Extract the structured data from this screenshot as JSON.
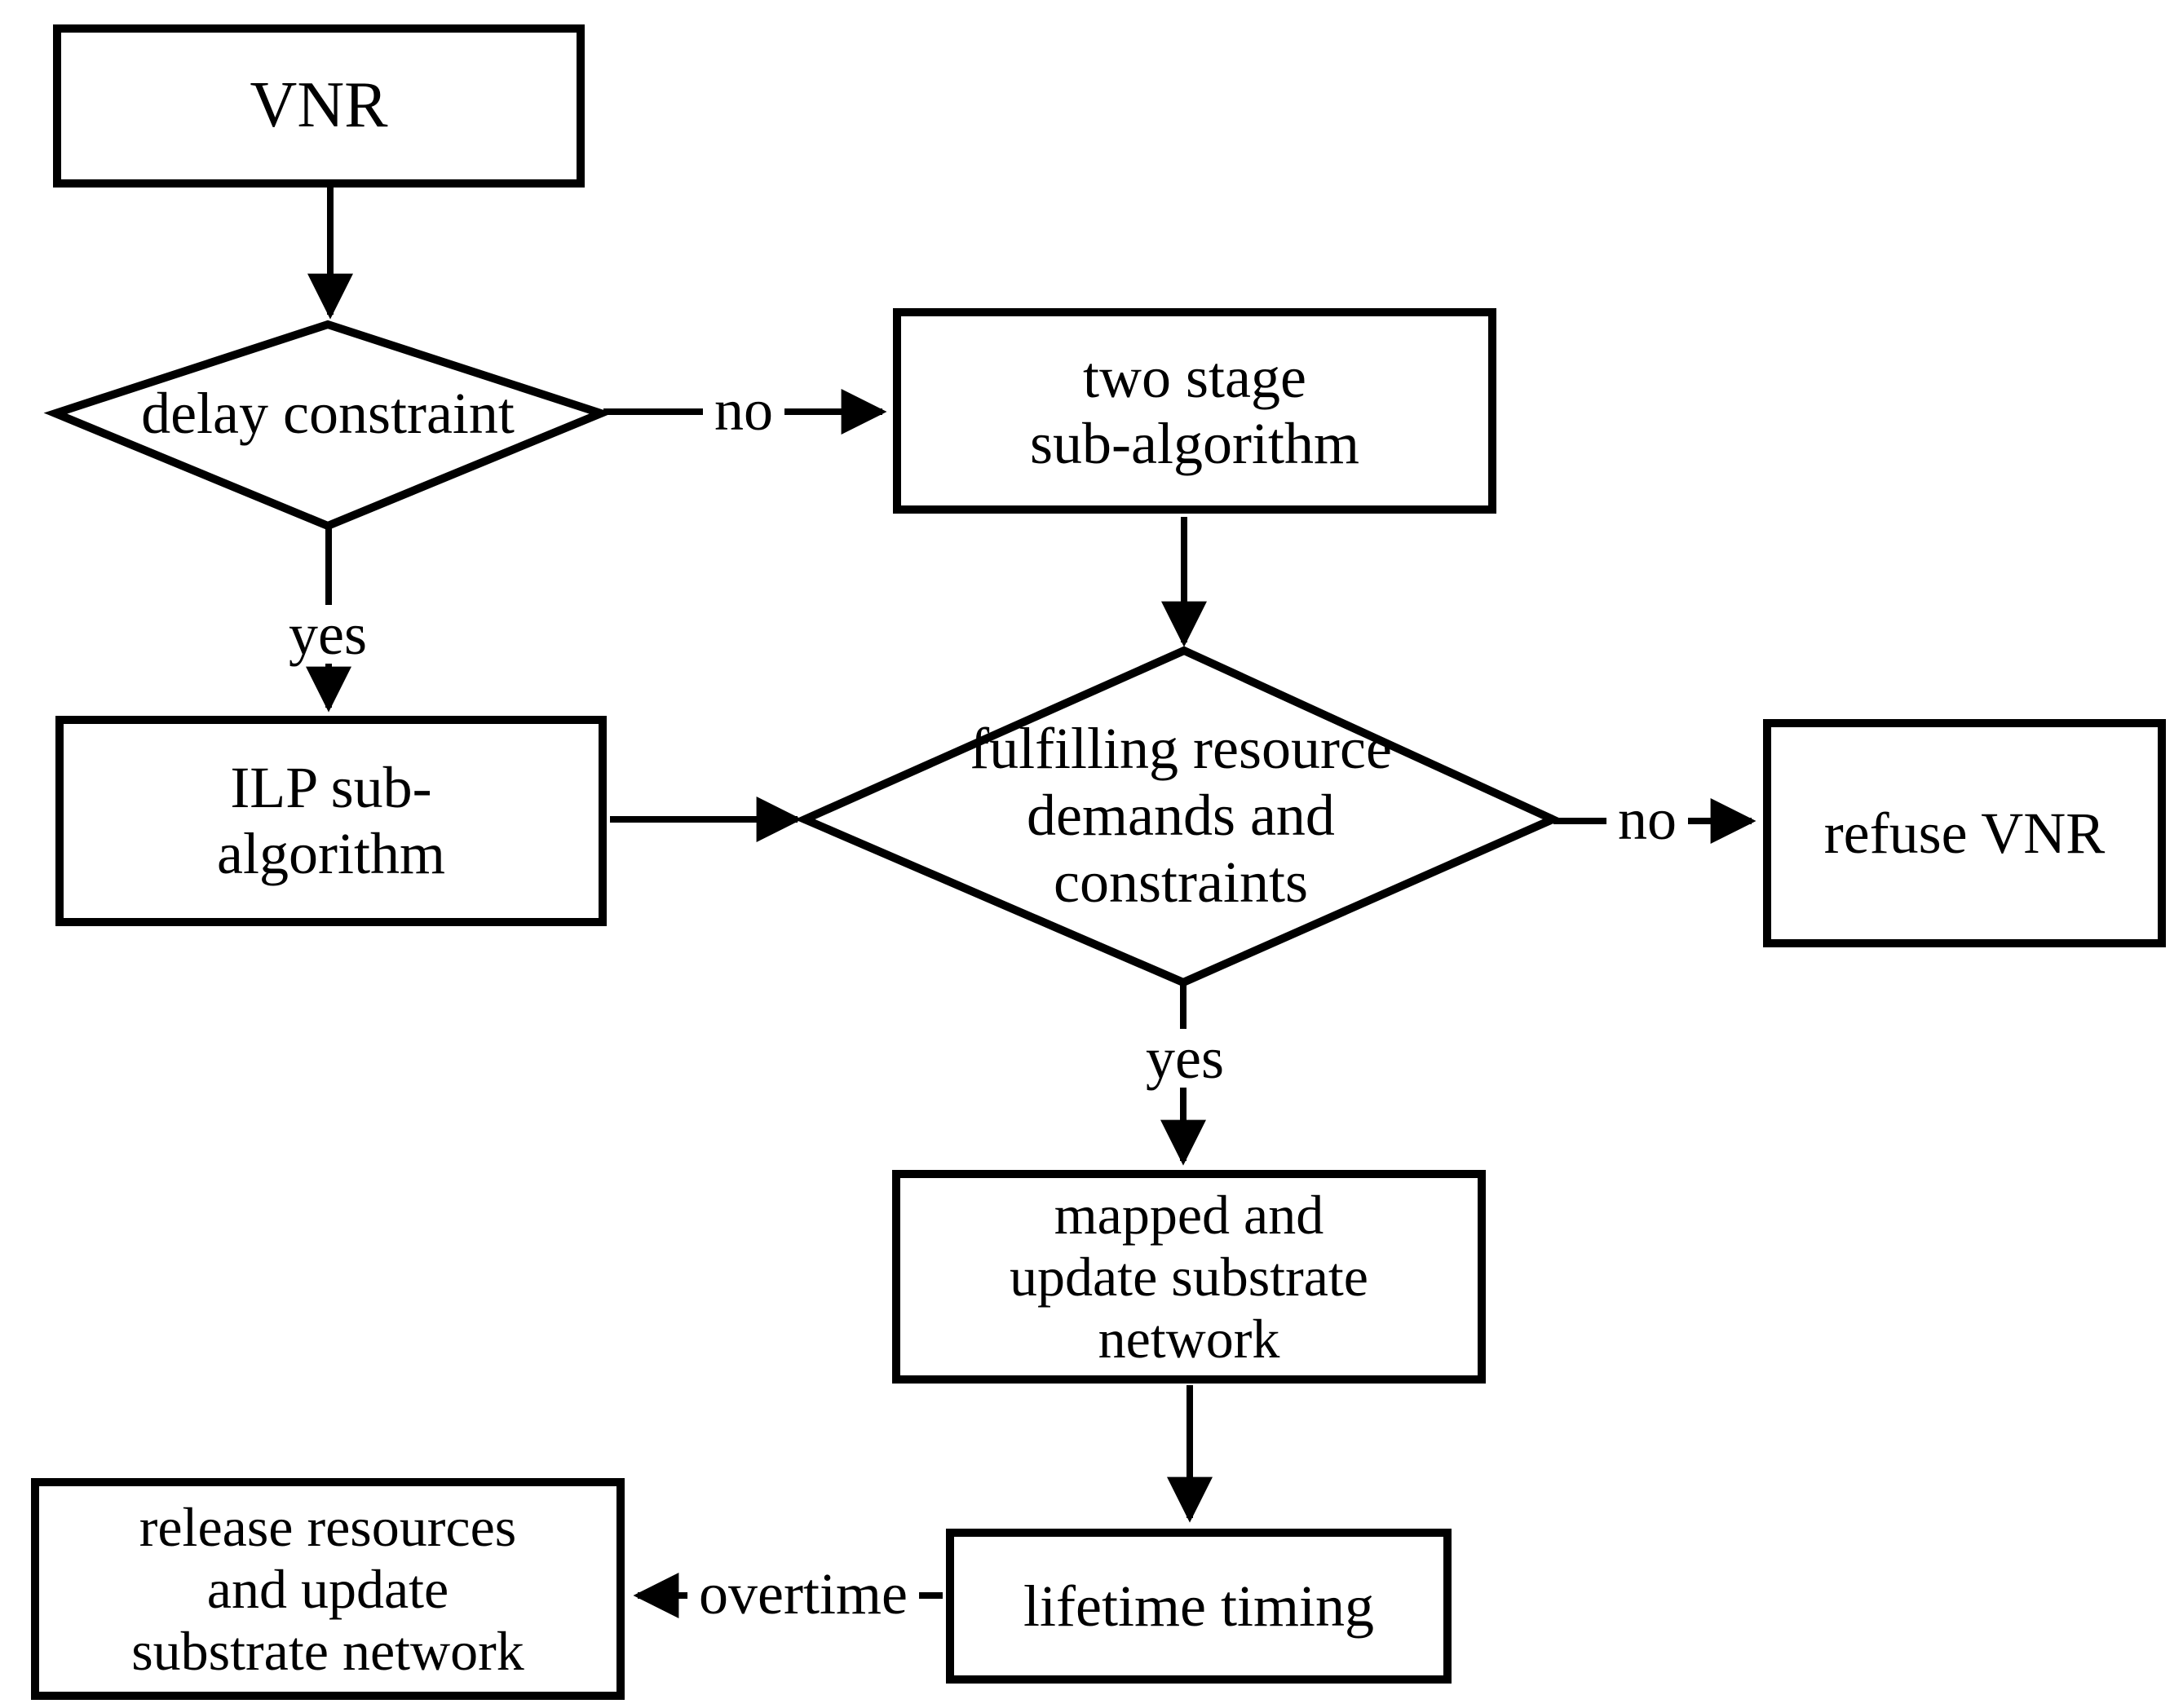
{
  "colors": {
    "line": "#000000",
    "node_fill": "#ffffff",
    "text": "#000000",
    "background": "#ffffff"
  },
  "nodes": {
    "vnr": {
      "type": "process",
      "label": "VNR"
    },
    "delay_constraint": {
      "type": "decision",
      "label": "delay constraint"
    },
    "two_stage": {
      "type": "process",
      "label": "two stage\nsub-algorithm"
    },
    "ilp": {
      "type": "process",
      "label": "ILP sub-\nalgorithm"
    },
    "fulfilling": {
      "type": "decision",
      "label": "fulfilling resource\ndemands and\nconstraints"
    },
    "refuse": {
      "type": "process",
      "label": "refuse VNR"
    },
    "mapped": {
      "type": "process",
      "label": "mapped and\nupdate substrate\nnetwork"
    },
    "lifetime": {
      "type": "process",
      "label": "lifetime timing"
    },
    "release": {
      "type": "process",
      "label": "release resources\nand update\nsubstrate network"
    }
  },
  "edge_labels": {
    "delay_no": "no",
    "delay_yes": "yes",
    "fulfill_no": "no",
    "fulfill_yes": "yes",
    "lifetime_overtime": "overtime"
  },
  "edges": [
    {
      "from": "vnr",
      "to": "delay_constraint",
      "label": ""
    },
    {
      "from": "delay_constraint",
      "to": "two_stage",
      "label": "no"
    },
    {
      "from": "delay_constraint",
      "to": "ilp",
      "label": "yes"
    },
    {
      "from": "two_stage",
      "to": "fulfilling",
      "label": ""
    },
    {
      "from": "ilp",
      "to": "fulfilling",
      "label": ""
    },
    {
      "from": "fulfilling",
      "to": "refuse",
      "label": "no"
    },
    {
      "from": "fulfilling",
      "to": "mapped",
      "label": "yes"
    },
    {
      "from": "mapped",
      "to": "lifetime",
      "label": ""
    },
    {
      "from": "lifetime",
      "to": "release",
      "label": "overtime"
    }
  ]
}
